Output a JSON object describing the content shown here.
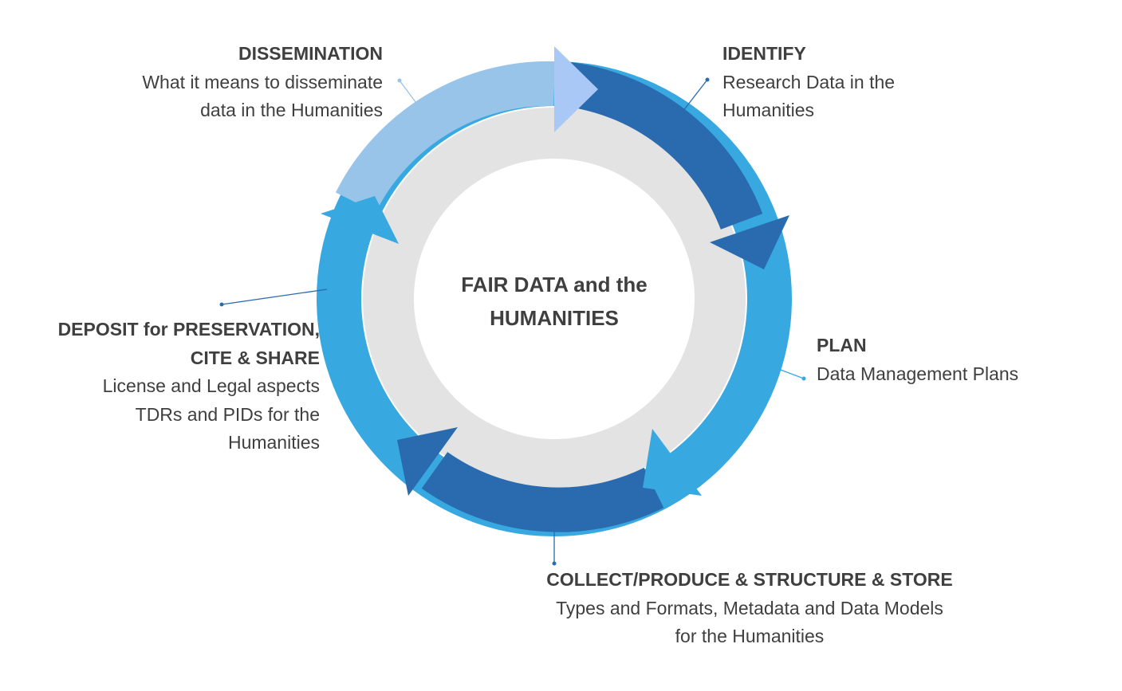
{
  "center": {
    "line1": "FAIR DATA and the",
    "line2": "HUMANITIES"
  },
  "stages": {
    "identify": {
      "title": "IDENTIFY",
      "lines": [
        "Research Data in the",
        "Humanities"
      ]
    },
    "plan": {
      "title": "PLAN",
      "lines": [
        "Data Management Plans"
      ]
    },
    "collect": {
      "title": "COLLECT/PRODUCE & STRUCTURE & STORE",
      "lines": [
        "Types and Formats, Metadata and Data Models",
        "for the Humanities"
      ]
    },
    "deposit": {
      "title_lines": [
        "DEPOSIT for PRESERVATION,",
        "CITE & SHARE"
      ],
      "lines": [
        "License and Legal aspects",
        "TDRs and PIDs for the",
        "Humanities"
      ]
    },
    "dissemination": {
      "title": "DISSEMINATION",
      "lines": [
        "What it means to disseminate",
        "data in the Humanities"
      ]
    }
  },
  "colors": {
    "dark_blue": "#2a6aae",
    "mid_blue": "#37a8e0",
    "light_blue": "#98c4ea",
    "pale_blue": "#a9c8f6",
    "inner_ring": "#e3e3e3",
    "text": "#3f3f3f"
  }
}
